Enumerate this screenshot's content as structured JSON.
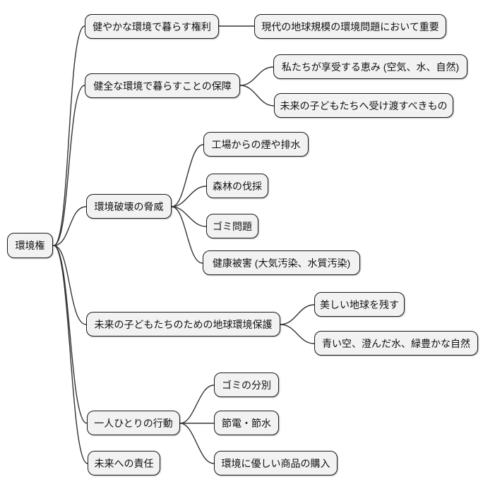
{
  "diagram": {
    "type": "mindmap",
    "root": {
      "label": "環境権"
    },
    "branches": [
      {
        "label": "健やかな環境で暮らす権利",
        "children": [
          {
            "label": "現代の地球規模の環境問題において重要"
          }
        ]
      },
      {
        "label": "健全な環境で暮らすことの保障",
        "children": [
          {
            "label": "私たちが享受する恵み (空気、水、自然)"
          },
          {
            "label": "未来の子どもたちへ受け渡すべきもの"
          }
        ]
      },
      {
        "label": "環境破壊の脅威",
        "children": [
          {
            "label": "工場からの煙や排水"
          },
          {
            "label": "森林の伐採"
          },
          {
            "label": "ゴミ問題"
          },
          {
            "label": "健康被害 (大気汚染、水質汚染)"
          }
        ]
      },
      {
        "label": "未来の子どもたちのための地球環境保護",
        "children": [
          {
            "label": "美しい地球を残す"
          },
          {
            "label": "青い空、澄んだ水、緑豊かな自然"
          }
        ]
      },
      {
        "label": "一人ひとりの行動",
        "children": [
          {
            "label": "ゴミの分別"
          },
          {
            "label": "節電・節水"
          },
          {
            "label": "環境に優しい商品の購入"
          }
        ]
      },
      {
        "label": "未来への責任",
        "children": []
      }
    ]
  },
  "colors": {
    "background": "#ffffff",
    "node_fill": "#f2f2f2",
    "node_border": "#1a1a1a",
    "line": "#333333"
  }
}
